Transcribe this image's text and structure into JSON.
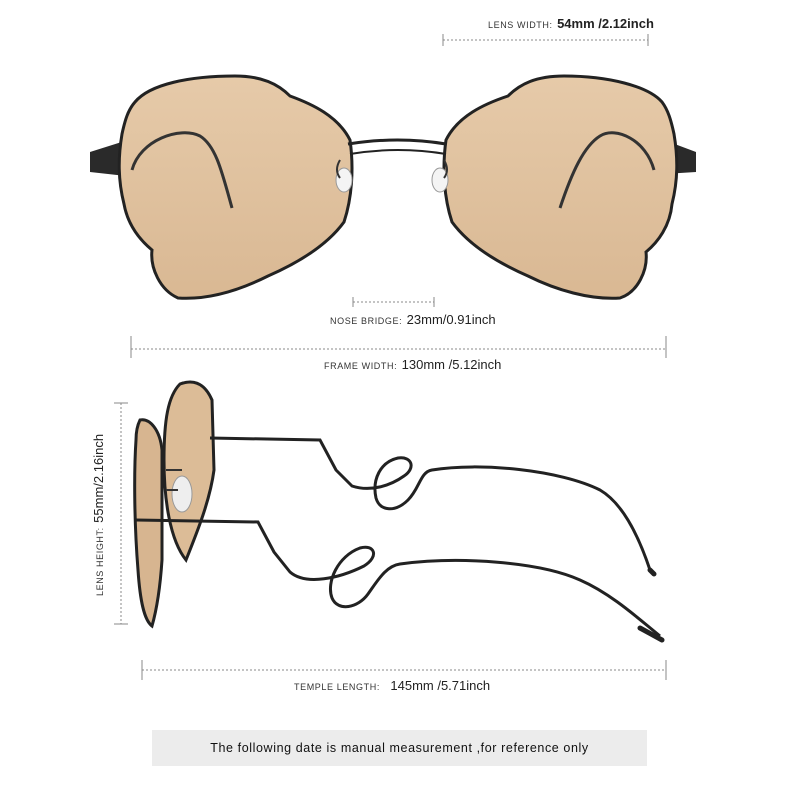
{
  "measurements": {
    "lens_width": {
      "label": "LENS WIDTH:",
      "value": "54mm /2.12inch"
    },
    "nose_bridge": {
      "label": "NOSE BRIDGE:",
      "value": "23mm/0.91inch"
    },
    "frame_width": {
      "label": "FRAME WIDTH:",
      "value": "130mm /5.12inch"
    },
    "lens_height": {
      "label": "LENS HEIGHT:",
      "value": "55mm/2.16inch"
    },
    "temple_length": {
      "label": "TEMPLE LENGTH:",
      "value": "145mm /5.71inch"
    }
  },
  "footer_note": "The following date is manual measurement ,for reference only",
  "colors": {
    "lens_tint": "#e2c4a2",
    "frame": "#222222",
    "dimension_line": "#888888",
    "note_background": "#ececec"
  }
}
